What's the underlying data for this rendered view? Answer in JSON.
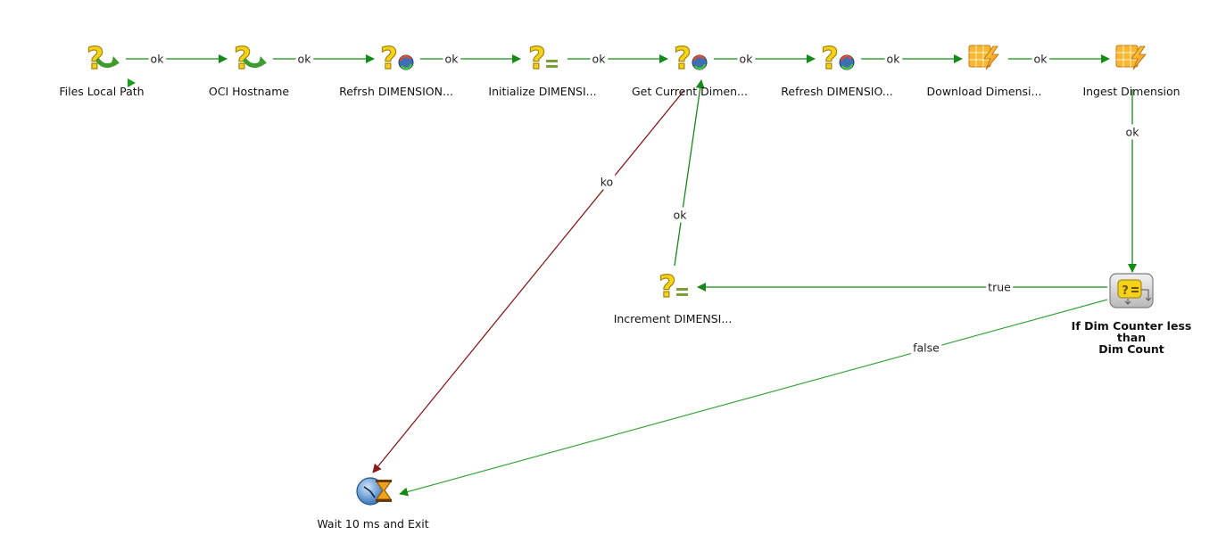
{
  "nodes": [
    {
      "id": "files_local_path",
      "label": "Files Local Path",
      "icon": "variable-loop-icon"
    },
    {
      "id": "oci_hostname",
      "label": "OCI Hostname",
      "icon": "variable-loop-icon"
    },
    {
      "id": "refresh_dimension_1",
      "label": "Refrsh DIMENSION...",
      "icon": "variable-refresh-icon"
    },
    {
      "id": "initialize_dimension",
      "label": "Initialize DIMENSI...",
      "icon": "variable-set-icon"
    },
    {
      "id": "get_current_dimension",
      "label": "Get Current Dimen...",
      "icon": "variable-refresh-icon"
    },
    {
      "id": "refresh_dimension_2",
      "label": "Refresh DIMENSIO...",
      "icon": "variable-refresh-icon"
    },
    {
      "id": "download_dimension",
      "label": "Download Dimensi...",
      "icon": "procedure-lightning-icon"
    },
    {
      "id": "ingest_dimension",
      "label": "Ingest Dimension",
      "icon": "procedure-lightning-icon"
    },
    {
      "id": "if_dim_counter",
      "label_lines": [
        "If Dim Counter less",
        "than",
        "Dim Count"
      ],
      "icon": "condition-evaluate-icon"
    },
    {
      "id": "increment_dimension",
      "label": "Increment DIMENSI...",
      "icon": "variable-set-icon"
    },
    {
      "id": "wait_and_exit",
      "label": "Wait 10 ms and Exit",
      "icon": "wait-clock-icon"
    }
  ],
  "edges": [
    {
      "from": "files_local_path",
      "to": "oci_hostname",
      "label": "ok",
      "type": "ok"
    },
    {
      "from": "oci_hostname",
      "to": "refresh_dimension_1",
      "label": "ok",
      "type": "ok"
    },
    {
      "from": "refresh_dimension_1",
      "to": "initialize_dimension",
      "label": "ok",
      "type": "ok"
    },
    {
      "from": "initialize_dimension",
      "to": "get_current_dimension",
      "label": "ok",
      "type": "ok"
    },
    {
      "from": "get_current_dimension",
      "to": "refresh_dimension_2",
      "label": "ok",
      "type": "ok"
    },
    {
      "from": "refresh_dimension_2",
      "to": "download_dimension",
      "label": "ok",
      "type": "ok"
    },
    {
      "from": "download_dimension",
      "to": "ingest_dimension",
      "label": "ok",
      "type": "ok"
    },
    {
      "from": "ingest_dimension",
      "to": "if_dim_counter",
      "label": "ok",
      "type": "ok"
    },
    {
      "from": "if_dim_counter",
      "to": "increment_dimension",
      "label": "true",
      "type": "ok"
    },
    {
      "from": "increment_dimension",
      "to": "get_current_dimension",
      "label": "ok",
      "type": "ok"
    },
    {
      "from": "get_current_dimension",
      "to": "wait_and_exit",
      "label": "ko",
      "type": "ko"
    },
    {
      "from": "if_dim_counter",
      "to": "wait_and_exit",
      "label": "false",
      "type": "ok"
    }
  ],
  "colors": {
    "ok_edge": "#168a16",
    "ko_edge": "#8b1a1a",
    "false_edge": "#3aa53a",
    "question_yellow": "#f4d21a",
    "question_outline": "#a8860a",
    "refresh_green": "#3f9b2f",
    "lightning_orange": "#f5a623",
    "clock_blue": "#3f82c8"
  }
}
